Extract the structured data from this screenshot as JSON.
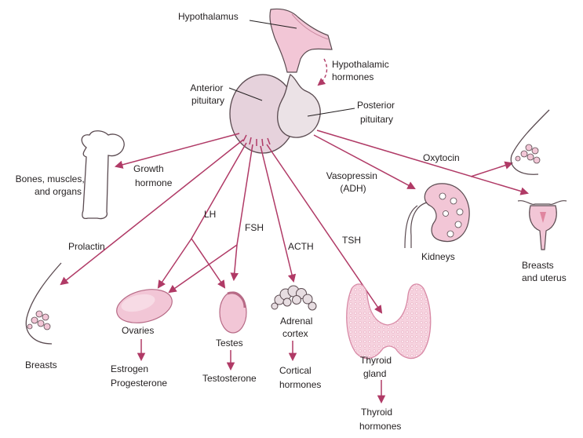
{
  "diagram": {
    "hypothalamus": "Hypothalamus",
    "hypothalamic_hormones": [
      "Hypothalamic",
      "hormones"
    ],
    "anterior_pituitary": [
      "Anterior",
      "pituitary"
    ],
    "posterior_pituitary": [
      "Posterior",
      "pituitary"
    ],
    "bones": [
      "Bones, muscles,",
      "and organs"
    ],
    "growth_hormone": [
      "Growth",
      "hormone"
    ],
    "vasopressin": [
      "Vasopressin",
      "(ADH)"
    ],
    "oxytocin": "Oxytocin",
    "kidneys": "Kidneys",
    "breasts_uterus": [
      "Breasts",
      "and uterus"
    ],
    "prolactin": "Prolactin",
    "lh": "LH",
    "fsh": "FSH",
    "acth": "ACTH",
    "tsh": "TSH",
    "breasts": "Breasts",
    "ovaries": "Ovaries",
    "estrogen": [
      "Estrogen",
      "Progesterone"
    ],
    "testes": "Testes",
    "testosterone": "Testosterone",
    "adrenal": [
      "Adrenal",
      "cortex"
    ],
    "cortical": [
      "Cortical",
      "hormones"
    ],
    "thyroid": [
      "Thyroid",
      "gland"
    ],
    "thyroid_hormones": [
      "Thyroid",
      "hormones"
    ]
  },
  "colors": {
    "arrow": "#b03a66",
    "gland_fill": "#e8d3dc",
    "pink_fill": "#f2c6d6",
    "outline": "#5a4a50"
  }
}
